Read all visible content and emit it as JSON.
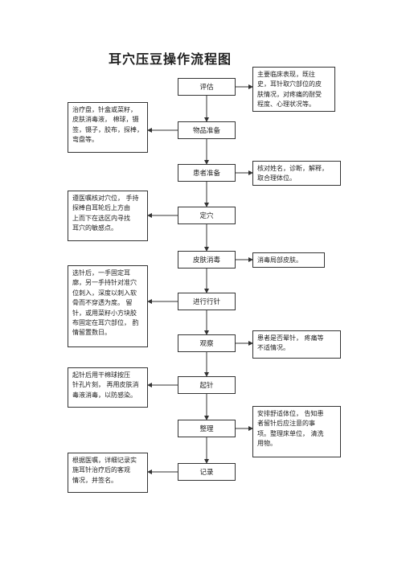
{
  "title": "耳穴压豆操作流程图",
  "steps": [
    "评估",
    "物品准备",
    "患者准备",
    "定穴",
    "皮肤消毒",
    "进行行针",
    "观察",
    "起针",
    "整理",
    "记录"
  ],
  "notes": {
    "assess": "主要临床表现，既往\n史，耳针取穴部位的皮\n肤情况，对疼痛的耐受\n程度、心理状况等。",
    "items": "治疗盘，针盒或菜籽，\n皮肤消毒液，  棉球，镊\n签，镊子，胶布，探棒，\n弯盘等。",
    "patient": "核对姓名，诊断，解释，\n取合理体位。",
    "locate": "遵医嘱核对穴位，  手持\n探棒自耳轮后上方由\n上而下在选区内寻找\n耳穴的敏感点。",
    "disinfect": "消毒局部皮肤。",
    "needle": "选针后，一手固定耳\n廓，另一手持针对准穴\n位刺入，深度以刺入软\n骨而不穿透为度。 留\n针，或用菜籽小方块胶\n布固定在耳穴部位，  酌\n情留置数日。",
    "observe": "患者是否晕针，  疼痛等\n不适情况。",
    "remove": "起针后用干棉球按压\n针孔片刻，  再用皮肤消\n毒液消毒，以防感染。",
    "tidy": "安排舒适体位，  告知患\n者留针后应注意的事\n项。整理床单位，  清洗\n用物。",
    "record": "根据医嘱，详细记录实\n施耳针治疗后的客观\n情况，并签名。"
  }
}
